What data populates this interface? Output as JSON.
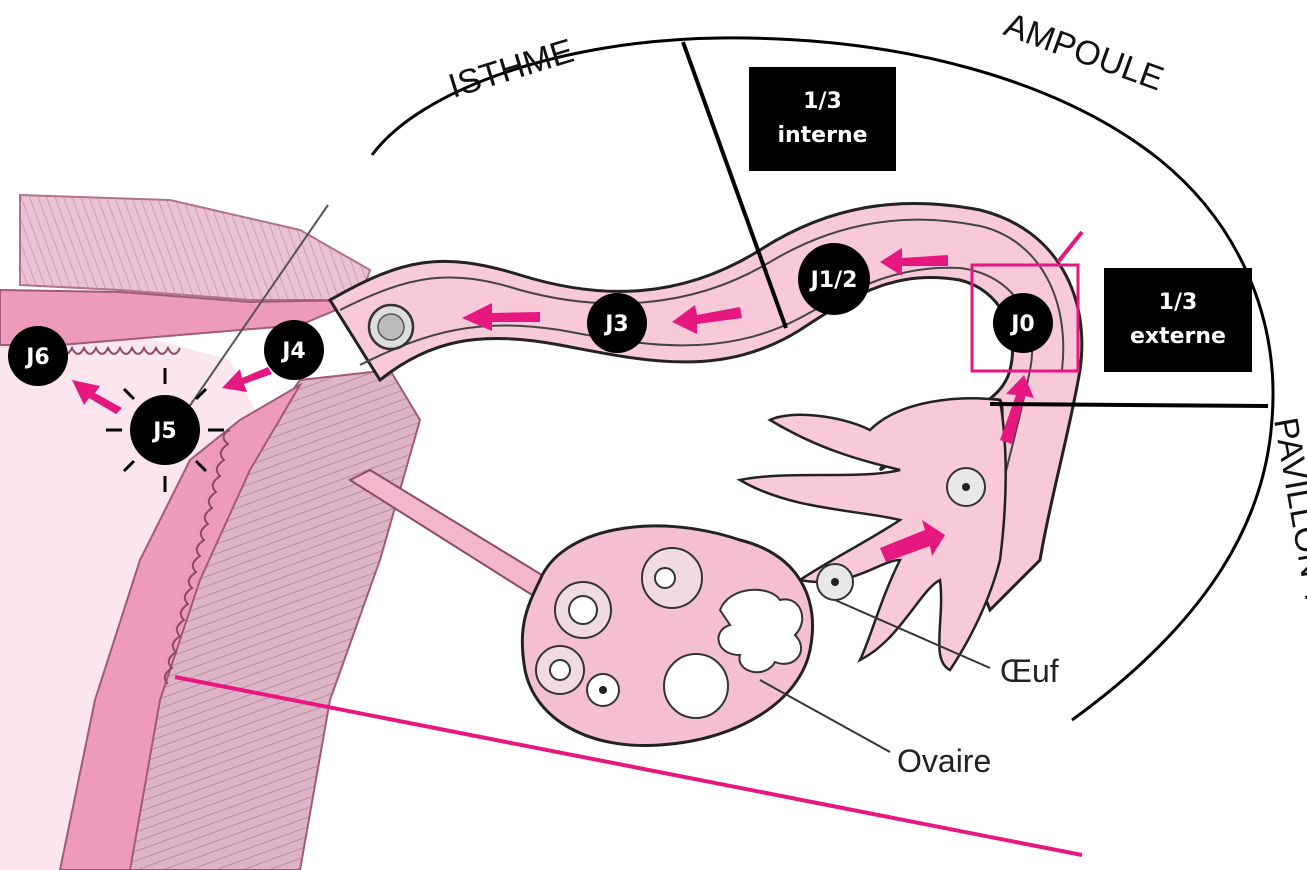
{
  "segments": {
    "isthme": "ISTHME",
    "ampoule": "AMPOULE",
    "pavillon": "PAVILLON TUBAIRE"
  },
  "thirds": {
    "interne_1": "1/3",
    "interne_2": "interne",
    "externe_1": "1/3",
    "externe_2": "externe"
  },
  "days": [
    "J0",
    "J1/2",
    "J3",
    "J4",
    "J5",
    "J6"
  ],
  "labels": {
    "oeuf": "Œuf",
    "ovaire": "Ovaire"
  },
  "colors": {
    "tube_pink": "#f7c9d9",
    "tissue_pink": "#ee9bbb",
    "uterus_fill": "#f9e2ec",
    "arrow_magenta": "#e6177f",
    "label_black": "#000000"
  }
}
